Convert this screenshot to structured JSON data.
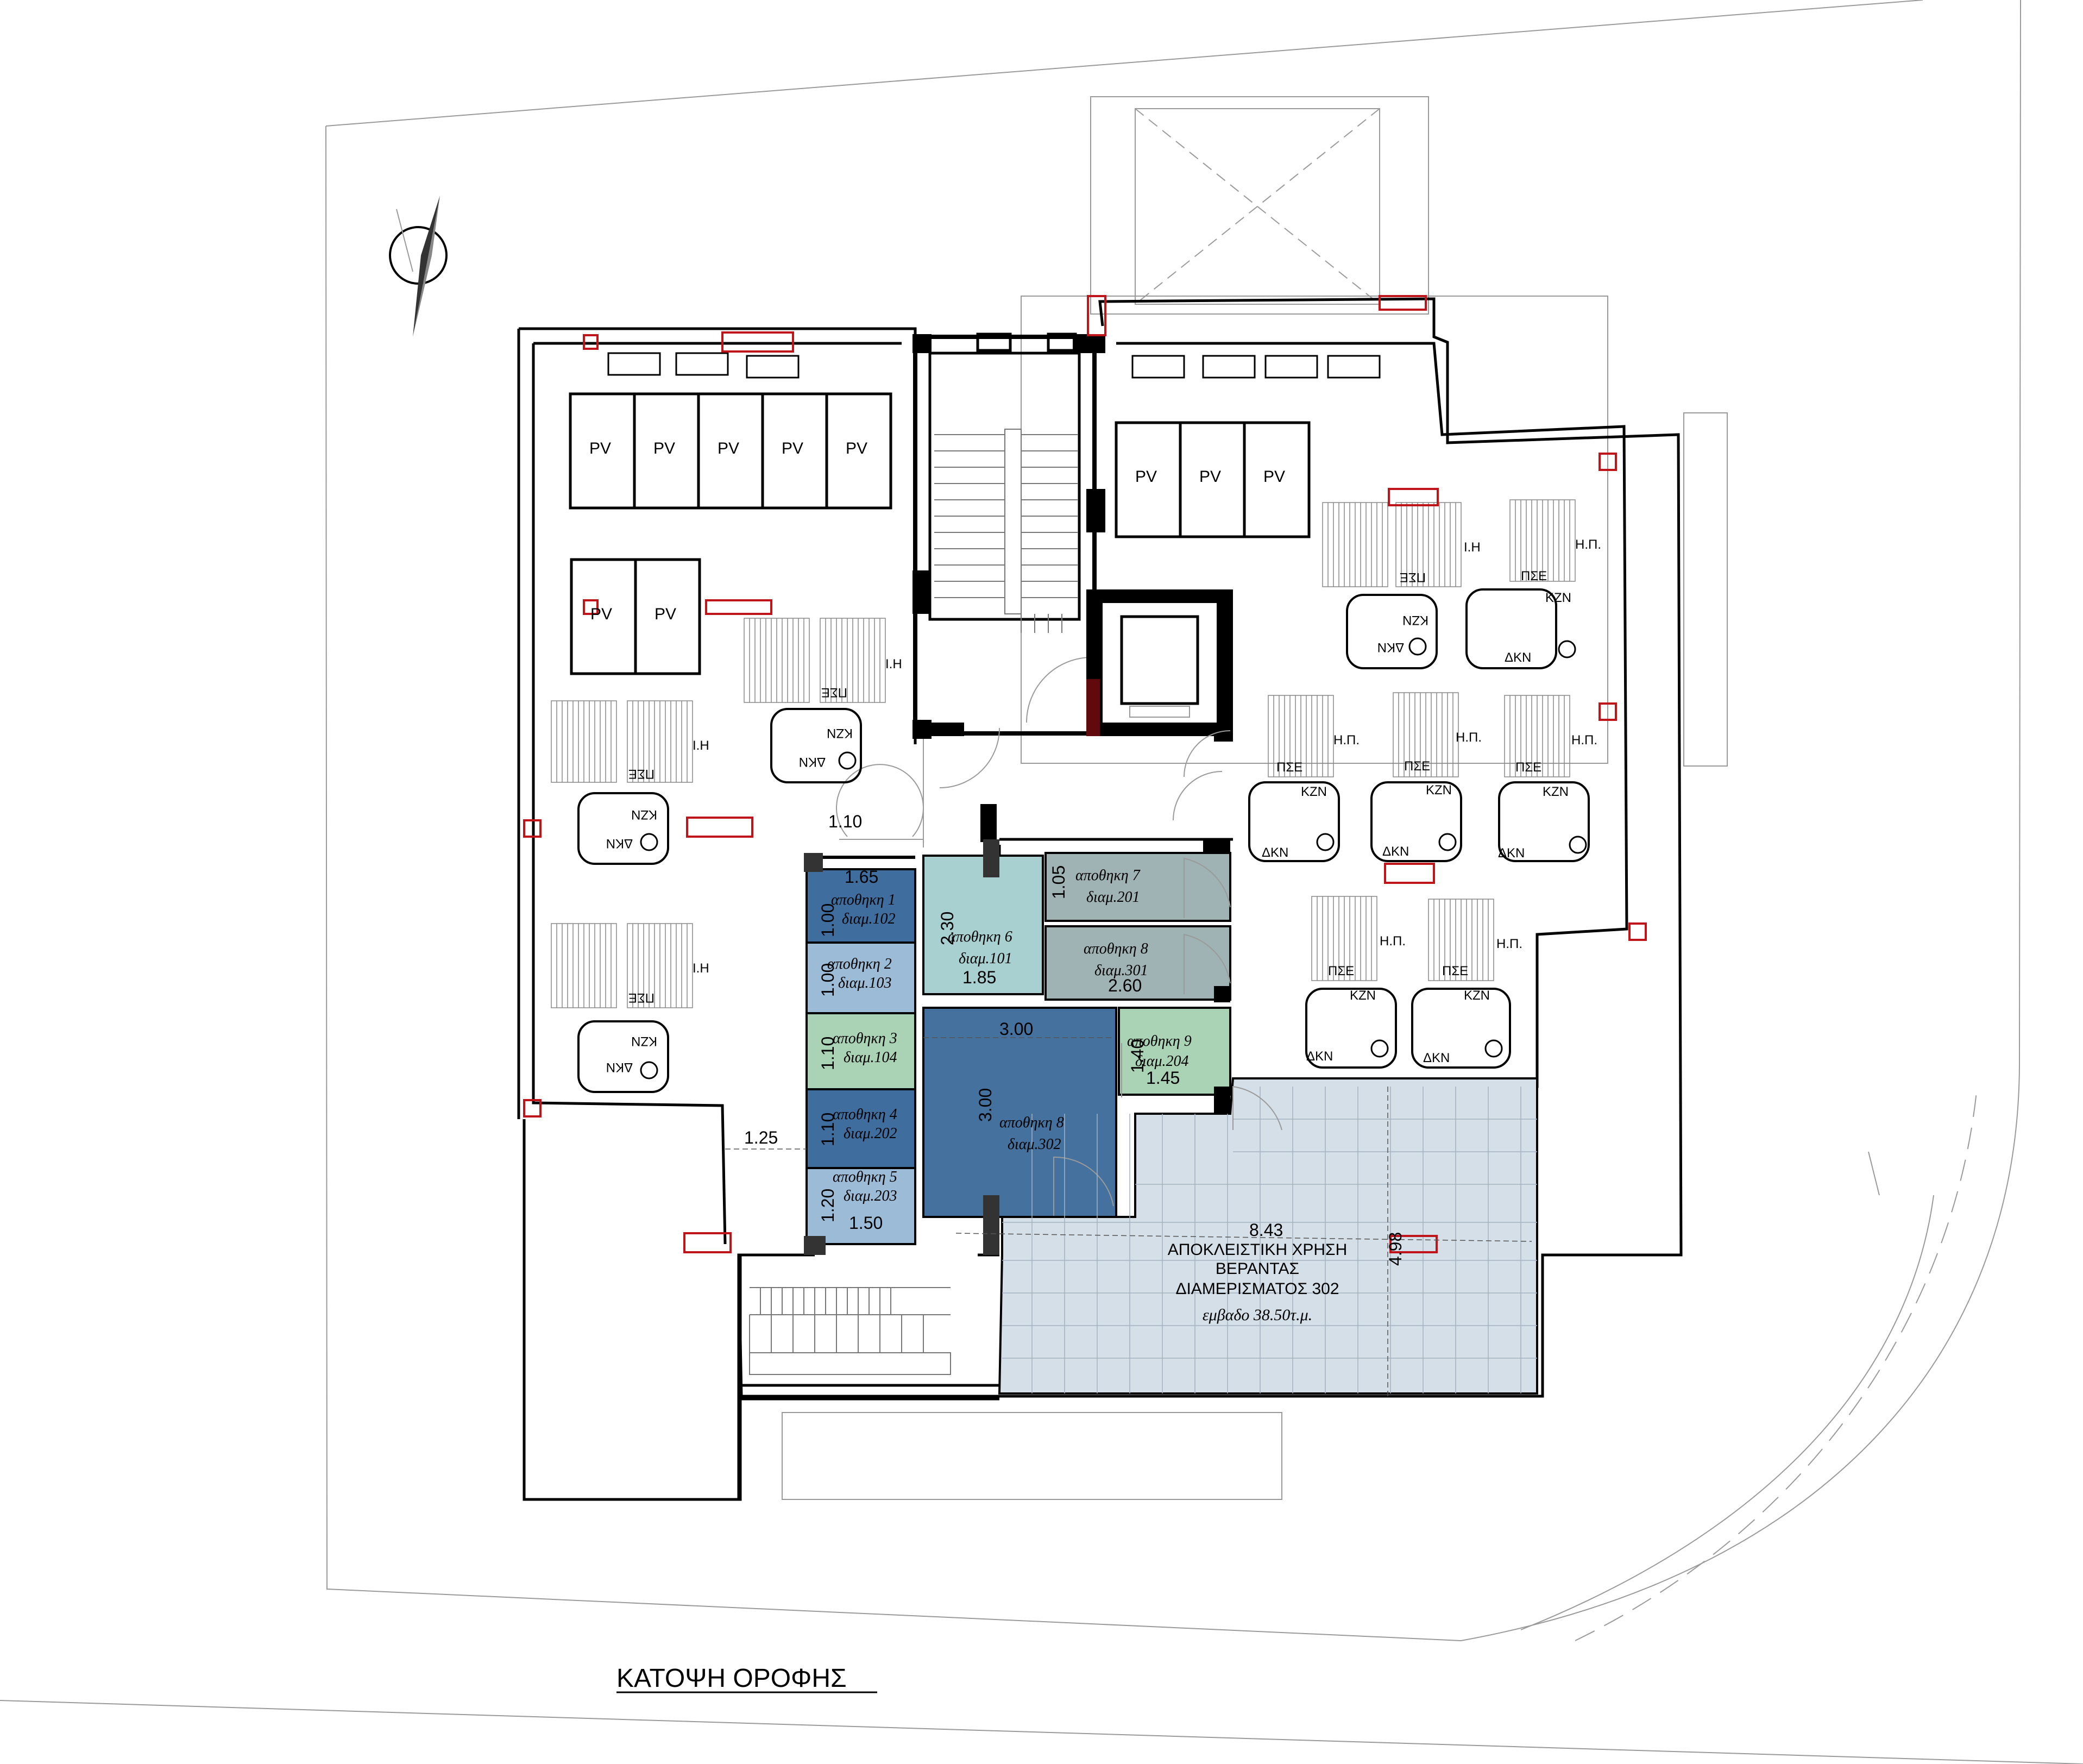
{
  "plan": {
    "title": "ΚΑΤΟΨΗ ΟΡΟΦΗΣ",
    "pv_label": "PV",
    "equipment_labels": {
      "hp": "Η.Π.",
      "ih": "Ι.Η",
      "kzn": "ΚΖΝ",
      "dkn": "ΔΚΝ",
      "pse": "ΠΣΕ"
    },
    "storage_rooms": [
      {
        "name": "αποθηκη 1",
        "unit": "διαμ.102",
        "color": "#3f6e9e"
      },
      {
        "name": "αποθηκη 2",
        "unit": "διαμ.103",
        "color": "#9bbbd6"
      },
      {
        "name": "αποθηκη 3",
        "unit": "διαμ.104",
        "color": "#a9d3b4"
      },
      {
        "name": "αποθηκη 4",
        "unit": "διαμ.202",
        "color": "#3f6e9e"
      },
      {
        "name": "αποθηκη 5",
        "unit": "διαμ.203",
        "color": "#9bbbd6"
      },
      {
        "name": "αποθηκη 6",
        "unit": "διαμ.101",
        "color": "#a8d0d1"
      },
      {
        "name": "αποθηκη 7",
        "unit": "διαμ.201",
        "color": "#9fb3b4"
      },
      {
        "name": "αποθηκη 8",
        "unit": "διαμ.301",
        "color": "#9fb3b4"
      },
      {
        "name": "αποθηκη 8",
        "unit": "διαμ.302",
        "color": "#44719e"
      },
      {
        "name": "αποθηκη 9",
        "unit": "διαμ.204",
        "color": "#a9d3b4"
      }
    ],
    "dimensions": {
      "d_1_10_door": "1.10",
      "d_1_65": "1.65",
      "d_1_00_a": "1.00",
      "d_1_00_b": "1.00",
      "d_1_10_a": "1.10",
      "d_1_10_b": "1.10",
      "d_1_20": "1.20",
      "d_1_50": "1.50",
      "d_1_25": "1.25",
      "d_2_30": "2.30",
      "d_1_85": "1.85",
      "d_1_05": "1.05",
      "d_2_60": "2.60",
      "d_3_00_h": "3.00",
      "d_3_00_v": "3.00",
      "d_1_45": "1.45",
      "d_1_40": "1.40",
      "d_8_43": "8.43",
      "d_4_98": "4.98"
    },
    "terrace": {
      "line1": "ΑΠΟΚΛΕΙΣΤΙΚΗ ΧΡΗΣΗ",
      "line2": "ΒΕΡΑΝΤΑΣ",
      "line3": "ΔΙΑΜΕΡΙΣΜΑΤΟΣ 302",
      "line4": "εμβαδο 38.50τ.μ.",
      "color": "#d5dfe8"
    },
    "colors": {
      "wall": "#000000",
      "marker": "#c0141b"
    }
  }
}
